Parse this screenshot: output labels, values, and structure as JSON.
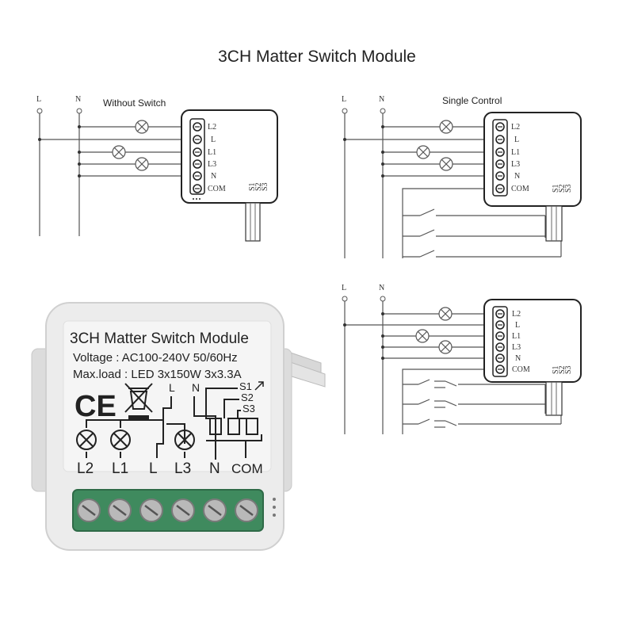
{
  "title": "3CH Matter Switch Module",
  "diagrams": {
    "without_switch": {
      "caption": "Without Switch",
      "line_l": "L",
      "line_n": "N",
      "terminals": [
        "L2",
        "L",
        "L1",
        "L3",
        "N",
        "COM"
      ],
      "switch_terms": [
        "S1",
        "S2",
        "S3"
      ]
    },
    "single_control": {
      "caption": "Single Control",
      "line_l": "L",
      "line_n": "N",
      "terminals": [
        "L2",
        "L",
        "L1",
        "L3",
        "N",
        "COM"
      ],
      "switch_terms": [
        "S1",
        "S2",
        "S3"
      ]
    },
    "dual_control": {
      "line_l": "L",
      "line_n": "N",
      "terminals": [
        "L2",
        "L",
        "L1",
        "L3",
        "N",
        "COM"
      ],
      "switch_terms": [
        "S1",
        "S2",
        "S3"
      ]
    }
  },
  "product": {
    "name": "3CH Matter Switch Module",
    "voltage": "Voltage : AC100-240V 50/60Hz",
    "maxload": "Max.load : LED 3x150W   3x3.3A",
    "ce_mark": "CE",
    "top_labels": {
      "l": "L",
      "n": "N",
      "s1": "S1",
      "s2": "S2",
      "s3": "S3"
    },
    "bottom_labels": [
      "L2",
      "L1",
      "L",
      "L3",
      "N",
      "COM"
    ]
  },
  "colors": {
    "terminal_green": "#3f8a5e",
    "module_body": "#ececec"
  }
}
